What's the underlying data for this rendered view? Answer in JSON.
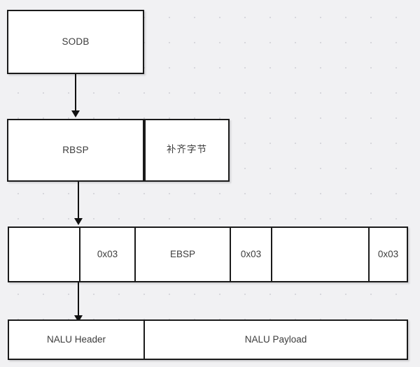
{
  "diagram": {
    "title": "H.264 SODB to NALU encapsulation",
    "background_color": "#f1f1f3",
    "border_color": "#1a1a1a",
    "text_color": "#3c3c3c",
    "rows": [
      {
        "name": "sodb-row",
        "cells": [
          {
            "name": "sodb",
            "label": "SODB"
          }
        ]
      },
      {
        "name": "rbsp-row",
        "cells": [
          {
            "name": "rbsp",
            "label": "RBSP"
          },
          {
            "name": "padding-bytes",
            "label": "补齐字节"
          }
        ]
      },
      {
        "name": "ebsp-row",
        "cells": [
          {
            "name": "ebsp-segment-1",
            "label": ""
          },
          {
            "name": "emulation-prevention-byte-1",
            "label": "0x03"
          },
          {
            "name": "ebsp",
            "label": "EBSP"
          },
          {
            "name": "emulation-prevention-byte-2",
            "label": "0x03"
          },
          {
            "name": "ebsp-segment-2",
            "label": ""
          },
          {
            "name": "emulation-prevention-byte-3",
            "label": "0x03"
          }
        ]
      },
      {
        "name": "nalu-row",
        "cells": [
          {
            "name": "nalu-header",
            "label": "NALU Header"
          },
          {
            "name": "nalu-payload",
            "label": "NALU Payload"
          }
        ]
      }
    ],
    "arrows": [
      {
        "name": "arrow-sodb-to-rbsp",
        "from": "SODB",
        "to": "RBSP"
      },
      {
        "name": "arrow-rbsp-to-ebsp",
        "from": "RBSP",
        "to": "EBSP"
      },
      {
        "name": "arrow-ebsp-to-nalu",
        "from": "EBSP",
        "to": "NALU Header"
      }
    ]
  }
}
